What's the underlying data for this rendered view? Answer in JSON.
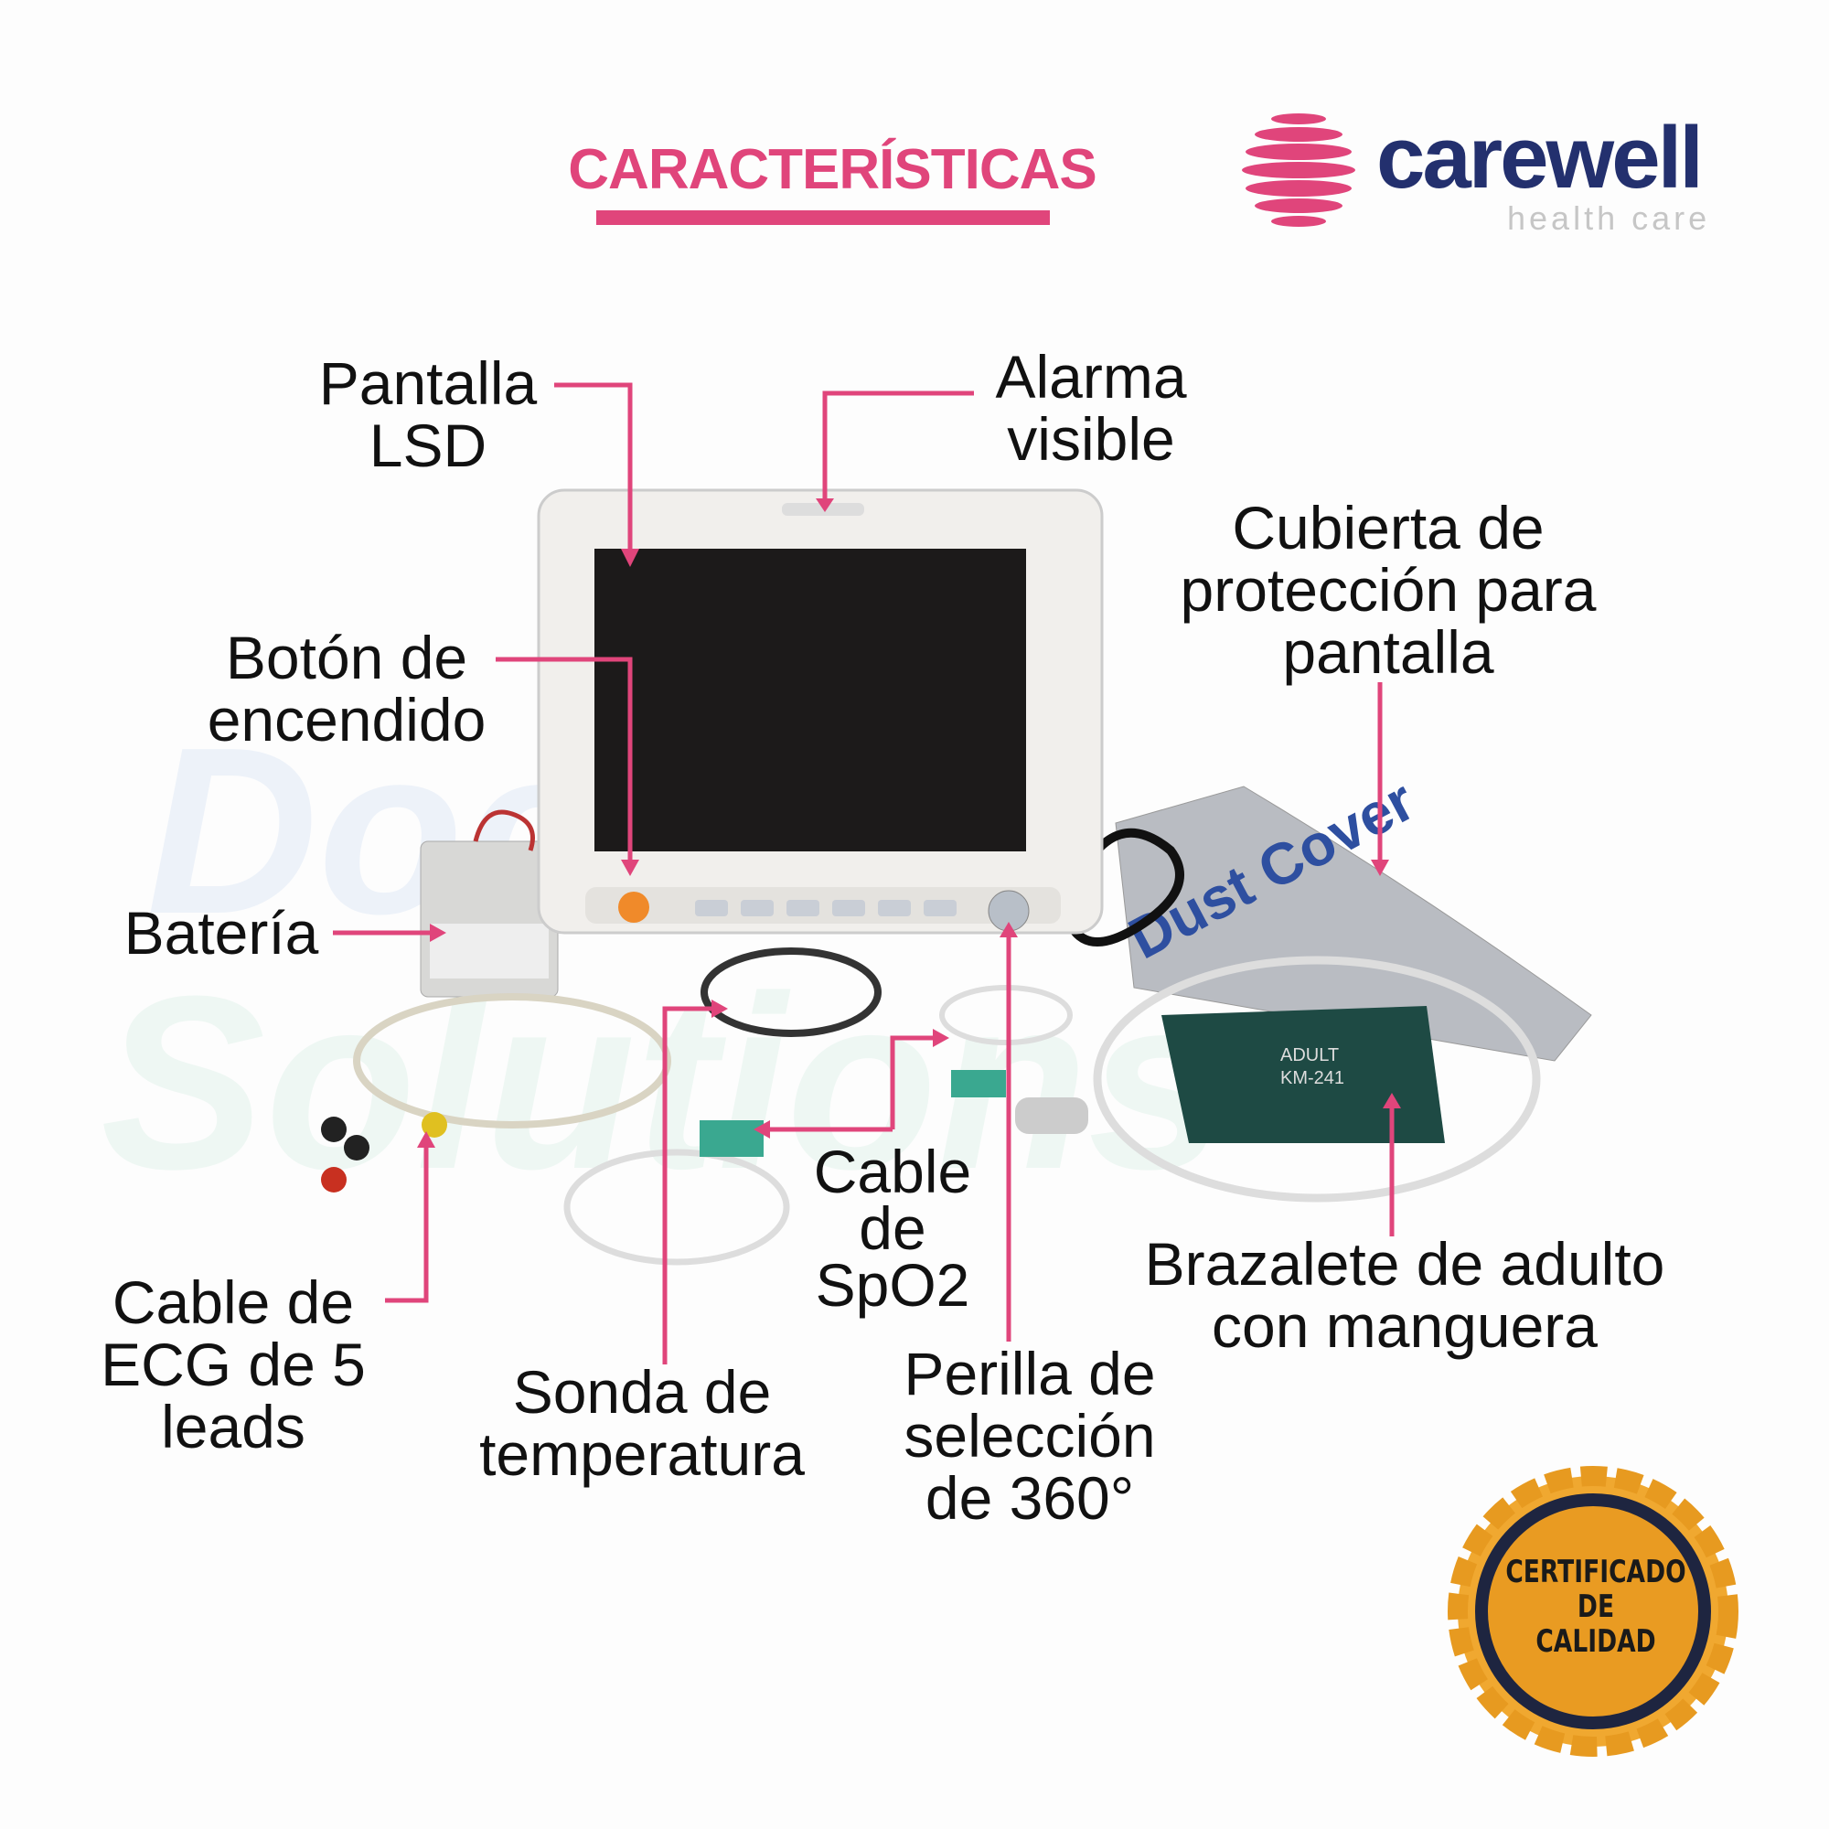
{
  "header": {
    "title": "CARACTERÍSTICAS"
  },
  "brand": {
    "name": "carewell",
    "tagline": "health care",
    "colors": {
      "primary": "#23306e",
      "accent": "#e0457b"
    }
  },
  "watermark": {
    "lines": [
      "Doctor",
      "Solutions"
    ]
  },
  "labels": {
    "screen": [
      "Pantalla",
      "LSD"
    ],
    "alarm": [
      "Alarma",
      "visible"
    ],
    "cover": [
      "Cubierta de",
      "protección para",
      "pantalla"
    ],
    "power": [
      "Botón de",
      "encendido"
    ],
    "battery": [
      "Batería"
    ],
    "ecg": [
      "Cable de",
      "ECG de 5",
      "leads"
    ],
    "temp": [
      "Sonda de",
      "temperatura"
    ],
    "spo2": [
      "Cable",
      "de",
      "SpO2"
    ],
    "knob": [
      "Perilla de",
      "selección",
      "de 360°"
    ],
    "cuff": [
      "Brazalete de adulto",
      "con manguera"
    ]
  },
  "product_text": {
    "cover": "Dust Cover",
    "cuff": [
      "ADULT",
      "KM-241"
    ]
  },
  "badge": {
    "lines": [
      "CERTIFICADO",
      "DE",
      "CALIDAD"
    ]
  },
  "colors": {
    "pointer": "#e0457b",
    "badge_gold": "#f0a830",
    "badge_ring": "#1e2540"
  }
}
